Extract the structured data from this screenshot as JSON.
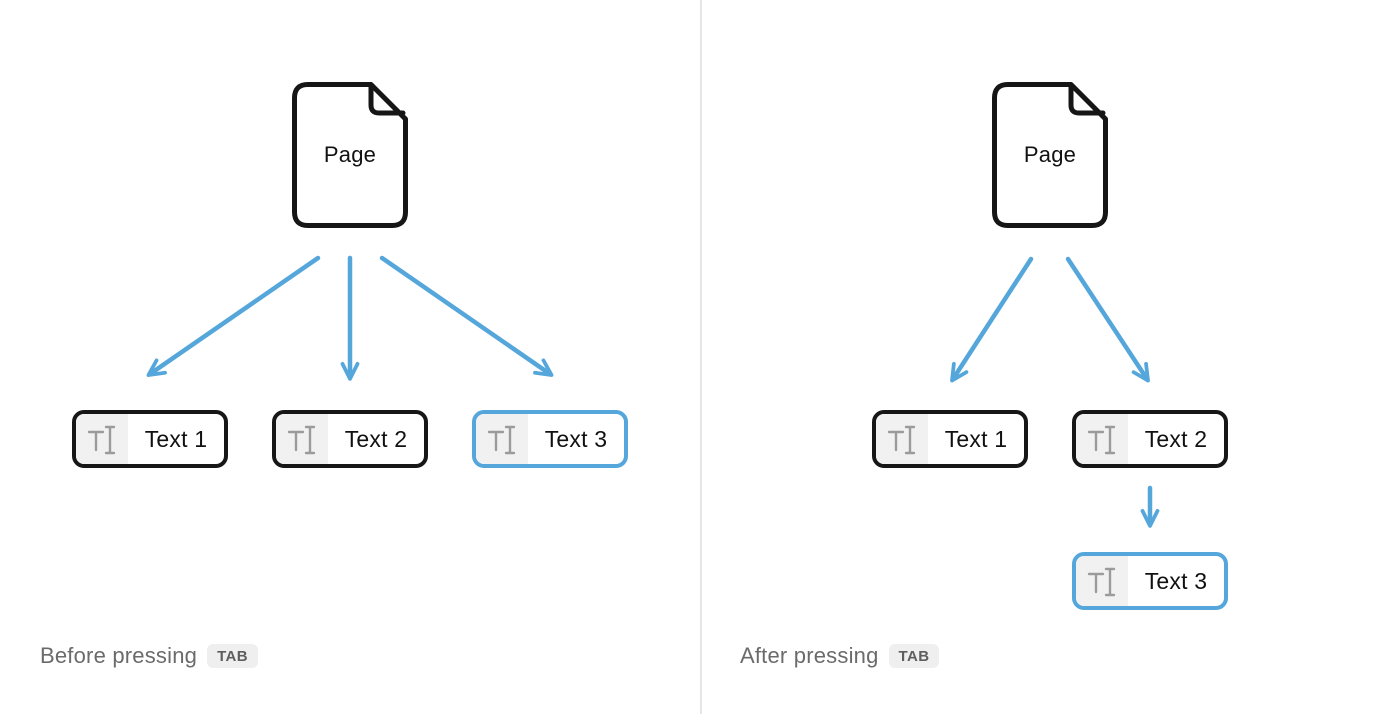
{
  "colors": {
    "accent_blue": "#54A6DB",
    "ink_black": "#161616",
    "gray_text": "#6B6B6B",
    "icon_gray": "#9B9B9B",
    "icon_bg": "#F1F1F1",
    "badge_bg": "#EFEFEF",
    "badge_text": "#5E5E5E",
    "divider": "#E5E5E5"
  },
  "icons": {
    "page": "page-icon",
    "text_block": "text-block-icon",
    "arrow": "arrow-icon"
  },
  "left_panel": {
    "page_label": "Page",
    "blocks": [
      {
        "label": "Text 1",
        "highlighted": false
      },
      {
        "label": "Text 2",
        "highlighted": false
      },
      {
        "label": "Text 3",
        "highlighted": true
      }
    ],
    "caption": "Before pressing",
    "key_label": "TAB"
  },
  "right_panel": {
    "page_label": "Page",
    "blocks": [
      {
        "label": "Text 1",
        "highlighted": false
      },
      {
        "label": "Text 2",
        "highlighted": false
      },
      {
        "label": "Text 3",
        "highlighted": true
      }
    ],
    "caption": "After pressing",
    "key_label": "TAB"
  }
}
